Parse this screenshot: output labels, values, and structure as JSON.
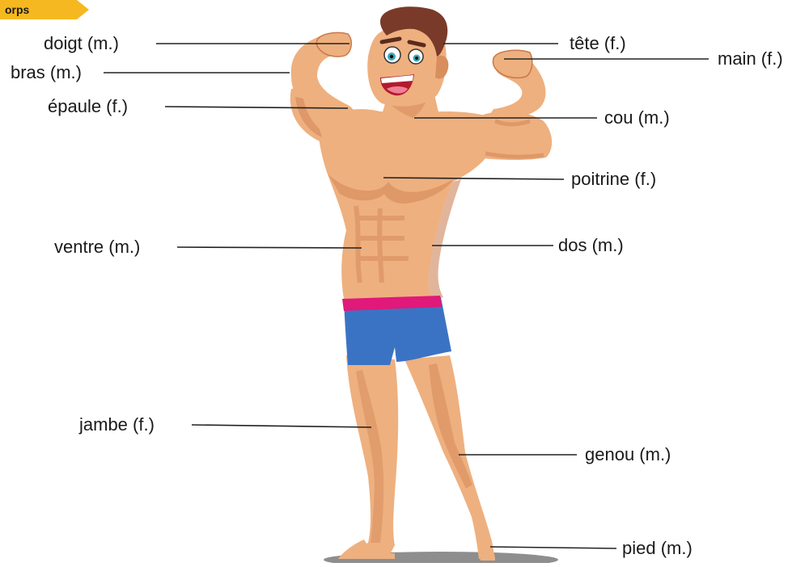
{
  "header": {
    "tab_label": "orps"
  },
  "colors": {
    "skin": "#EEB07F",
    "skin_shadow": "#D98E5E",
    "skin_dark": "#C9784A",
    "hair": "#7A3A2A",
    "shorts": "#3B73C4",
    "waistband": "#E0197A",
    "shadow_ground": "#8E8E8E",
    "tab": "#F6B820",
    "line": "#222222"
  },
  "labels": {
    "doigt": "doigt (m.)",
    "bras": "bras (m.)",
    "epaule": "épaule (f.)",
    "ventre": "ventre (m.)",
    "jambe": "jambe (f.)",
    "tete": "tête (f.)",
    "main": "main (f.)",
    "cou": "cou (m.)",
    "poitrine": "poitrine (f.)",
    "dos": "dos (m.)",
    "genou": "genou (m.)",
    "pied": "pied (m.)"
  }
}
